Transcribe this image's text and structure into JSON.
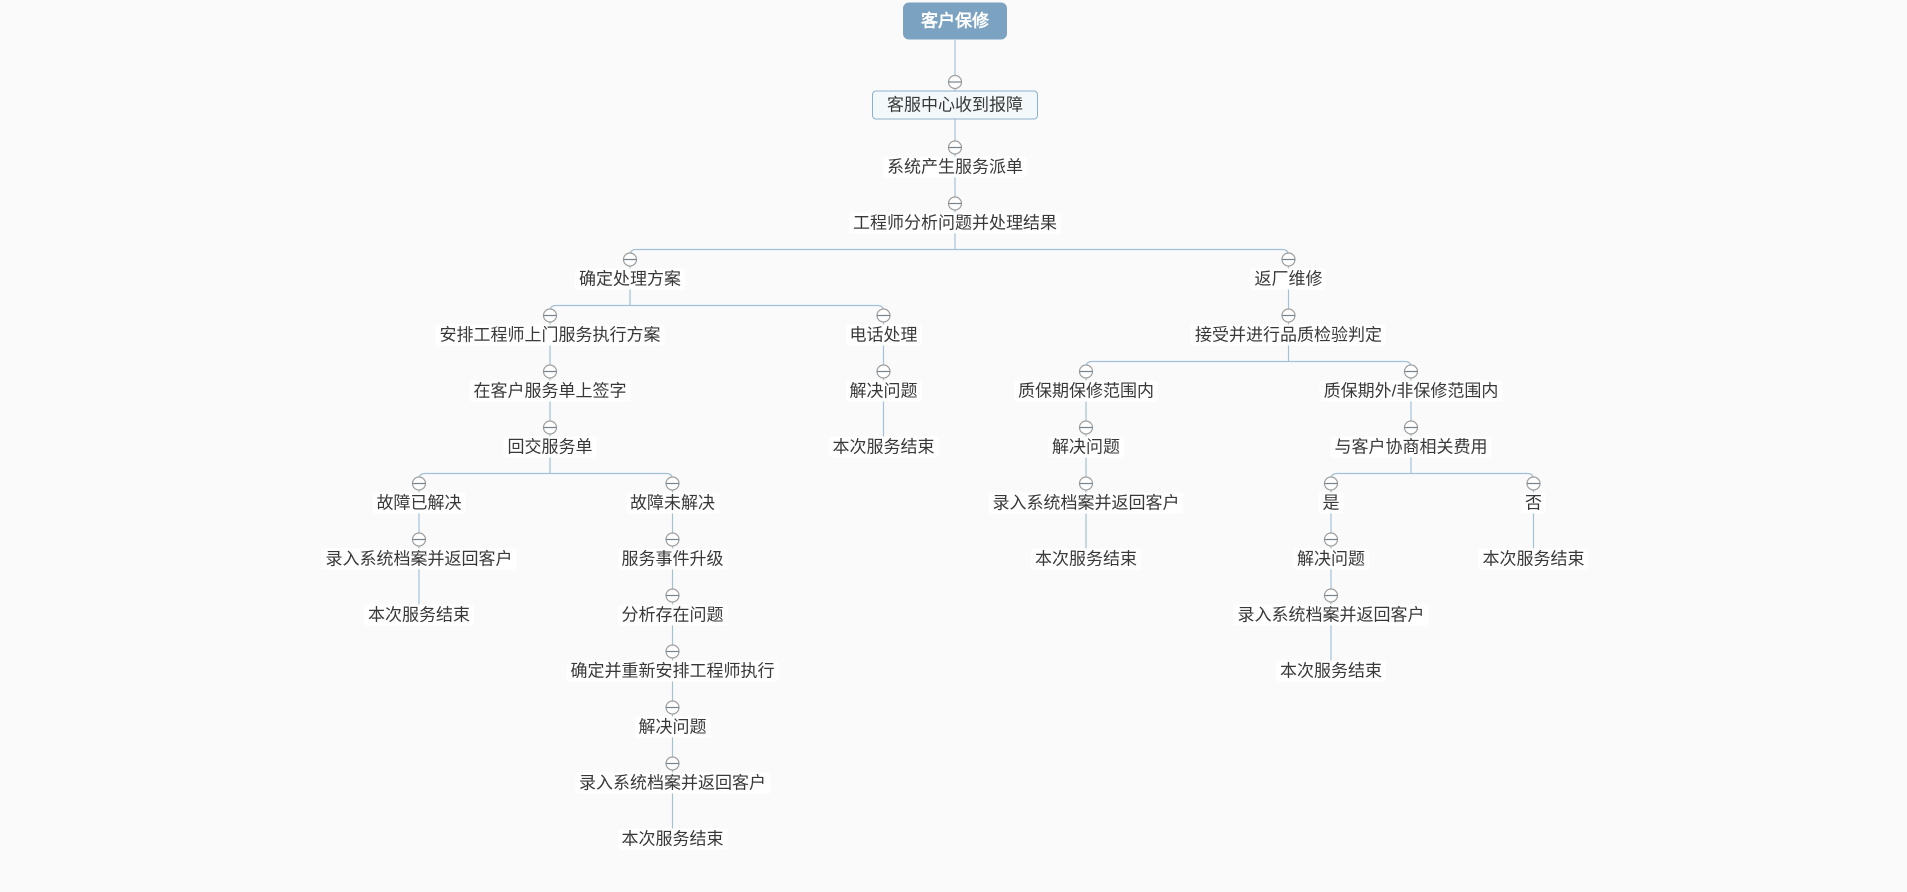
{
  "style": {
    "colors": {
      "background": "#fafafa",
      "line": "#a4c0d6",
      "root_fill": "#7ba2c0",
      "root_text": "#ffffff",
      "boxed_fill": "#f3f8fb",
      "boxed_border": "#8db1cd",
      "node_text": "#383838",
      "icon_stroke": "#9e9e9e",
      "icon_minus": "#76828e"
    },
    "collapse_icon": "minus-circle"
  },
  "diagram": {
    "type": "org-chart-mindmap",
    "root": {
      "label": "客户保修",
      "children": [
        {
          "label": "客服中心收到报障",
          "children": [
            {
              "label": "系统产生服务派单",
              "children": [
                {
                  "label": "工程师分析问题并处理结果",
                  "children": [
                    {
                      "label": "确定处理方案",
                      "children": [
                        {
                          "label": "安排工程师上门服务执行方案",
                          "children": [
                            {
                              "label": "在客户服务单上签字",
                              "children": [
                                {
                                  "label": "回交服务单",
                                  "children": [
                                    {
                                      "label": "故障已解决",
                                      "children": [
                                        {
                                          "label": "录入系统档案并返回客户",
                                          "children": [
                                            {
                                              "label": "本次服务结束"
                                            }
                                          ]
                                        }
                                      ]
                                    },
                                    {
                                      "label": "故障未解决",
                                      "children": [
                                        {
                                          "label": "服务事件升级",
                                          "children": [
                                            {
                                              "label": "分析存在问题",
                                              "children": [
                                                {
                                                  "label": "确定并重新安排工程师执行",
                                                  "children": [
                                                    {
                                                      "label": "解决问题",
                                                      "children": [
                                                        {
                                                          "label": "录入系统档案并返回客户",
                                                          "children": [
                                                            {
                                                              "label": "本次服务结束"
                                                            }
                                                          ]
                                                        }
                                                      ]
                                                    }
                                                  ]
                                                }
                                              ]
                                            }
                                          ]
                                        }
                                      ]
                                    }
                                  ]
                                }
                              ]
                            }
                          ]
                        },
                        {
                          "label": "电话处理",
                          "children": [
                            {
                              "label": "解决问题",
                              "children": [
                                {
                                  "label": "本次服务结束"
                                }
                              ]
                            }
                          ]
                        }
                      ]
                    },
                    {
                      "label": "返厂维修",
                      "children": [
                        {
                          "label": "接受并进行品质检验判定",
                          "children": [
                            {
                              "label": "质保期保修范围内",
                              "children": [
                                {
                                  "label": "解决问题",
                                  "children": [
                                    {
                                      "label": "录入系统档案并返回客户",
                                      "children": [
                                        {
                                          "label": "本次服务结束"
                                        }
                                      ]
                                    }
                                  ]
                                }
                              ]
                            },
                            {
                              "label": "质保期外/非保修范围内",
                              "children": [
                                {
                                  "label": "与客户协商相关费用",
                                  "children": [
                                    {
                                      "label": "是",
                                      "children": [
                                        {
                                          "label": "解决问题",
                                          "children": [
                                            {
                                              "label": "录入系统档案并返回客户",
                                              "children": [
                                                {
                                                  "label": "本次服务结束"
                                                }
                                              ]
                                            }
                                          ]
                                        }
                                      ]
                                    },
                                    {
                                      "label": "否",
                                      "children": [
                                        {
                                          "label": "本次服务结束"
                                        }
                                      ]
                                    }
                                  ]
                                }
                              ]
                            }
                          ]
                        }
                      ]
                    }
                  ]
                }
              ]
            }
          ]
        }
      ]
    }
  }
}
